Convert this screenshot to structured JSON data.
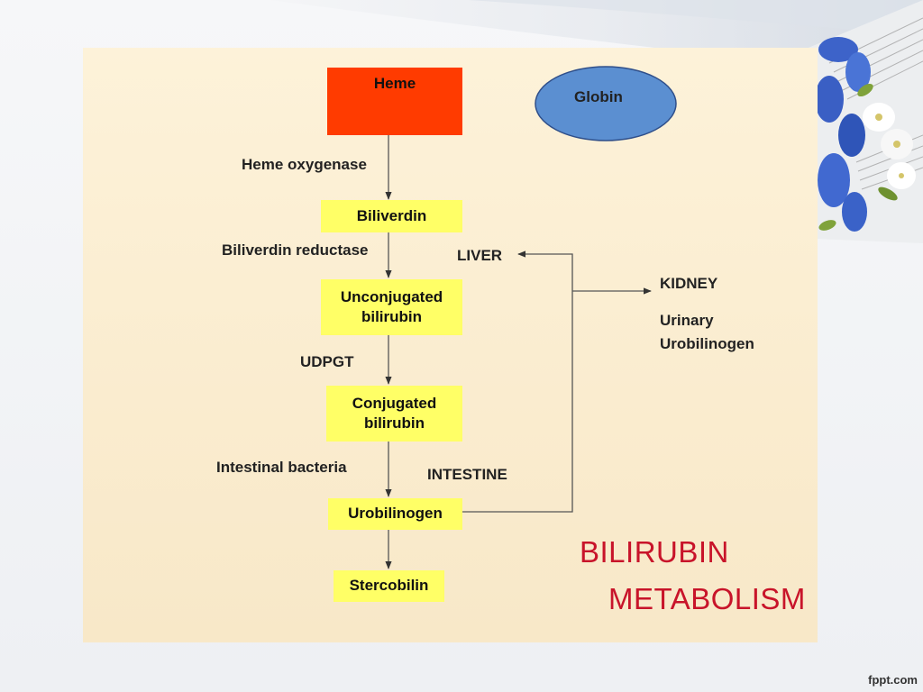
{
  "nodes": {
    "heme": "Heme",
    "globin": "Globin",
    "biliverdin": "Biliverdin",
    "unconjugated": "Unconjugated\nbilirubin",
    "conjugated": "Conjugated\nbilirubin",
    "urobilinogen": "Urobilinogen",
    "stercobilin": "Stercobilin"
  },
  "labels": {
    "heme_oxygenase": "Heme oxygenase",
    "biliverdin_reductase": "Biliverdin reductase",
    "udpgt": "UDPGT",
    "intestinal_bacteria": "Intestinal bacteria",
    "liver": "LIVER",
    "kidney": "KIDNEY",
    "urinary": "Urinary\nUrobilinogen",
    "intestine": "INTESTINE"
  },
  "title": {
    "line1": "BILIRUBIN",
    "line2": "METABOLISM"
  },
  "footer": "fppt.com",
  "colors": {
    "heme": "#ff3b00",
    "globin": "#5b8fd1",
    "box": "#ffff66",
    "title": "#c8142a"
  }
}
